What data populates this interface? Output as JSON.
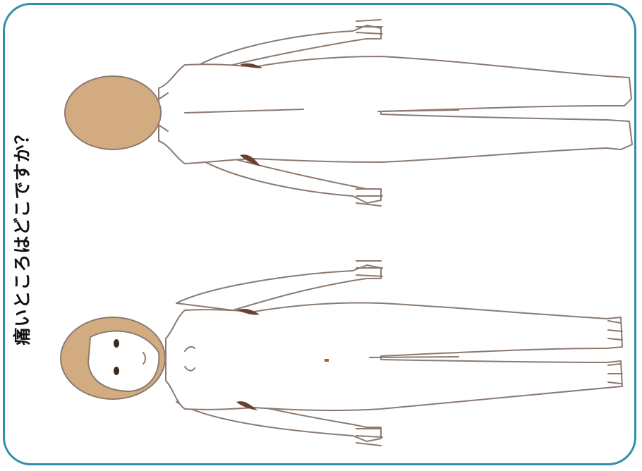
{
  "question": "痛いところはどこですか？",
  "colors": {
    "frame": "#2f8fa6",
    "hair": "#d3ab80",
    "outline": "#8b7a70",
    "shade": "#6b4030",
    "pain_mark": "#b05a20"
  },
  "figures": [
    {
      "name": "back-view-figure"
    },
    {
      "name": "front-view-figure"
    }
  ]
}
